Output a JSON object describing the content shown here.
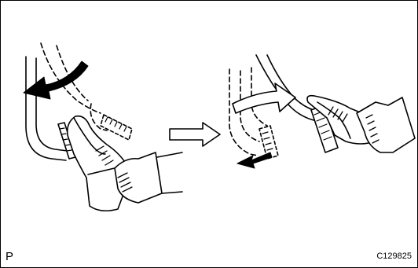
{
  "labels": {
    "corner_mark": "P",
    "figure_code": "C129825"
  },
  "icons": {
    "left_panel": "foot-pressing-pedal",
    "center": "hollow-right-arrow",
    "right_panel": "foot-releasing-pedal",
    "motion_arrows": [
      "solid-black-curved-arrow",
      "hollow-curved-arrow",
      "small-black-arrow"
    ]
  },
  "colors": {
    "line": "#000000",
    "background": "#ffffff"
  }
}
